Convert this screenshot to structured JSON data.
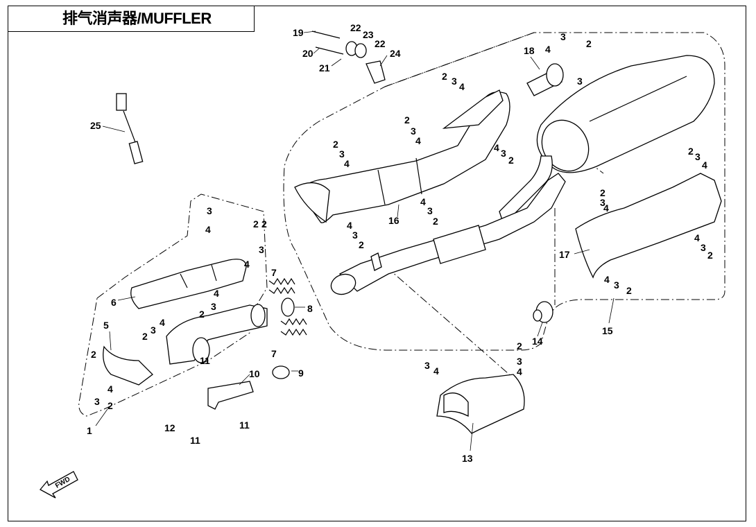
{
  "title": "排气消声器/MUFFLER",
  "fwd_label": "FWD",
  "callouts": [
    {
      "id": "c19",
      "text": "19"
    },
    {
      "id": "c20",
      "text": "20"
    },
    {
      "id": "c21",
      "text": "21"
    },
    {
      "id": "c22a",
      "text": "22"
    },
    {
      "id": "c23",
      "text": "23"
    },
    {
      "id": "c22b",
      "text": "22"
    },
    {
      "id": "c24",
      "text": "24"
    },
    {
      "id": "c18",
      "text": "18"
    },
    {
      "id": "c3a",
      "text": "3"
    },
    {
      "id": "c4a",
      "text": "4"
    },
    {
      "id": "c2a",
      "text": "2"
    },
    {
      "id": "c3b",
      "text": "3"
    },
    {
      "id": "c25",
      "text": "25"
    },
    {
      "id": "c2b",
      "text": "2"
    },
    {
      "id": "c3c",
      "text": "3"
    },
    {
      "id": "c4b",
      "text": "4"
    },
    {
      "id": "c2c",
      "text": "2"
    },
    {
      "id": "c3d",
      "text": "3"
    },
    {
      "id": "c4c",
      "text": "4"
    },
    {
      "id": "c4d",
      "text": "4"
    },
    {
      "id": "c3e",
      "text": "3"
    },
    {
      "id": "c2d",
      "text": "2"
    },
    {
      "id": "c2e",
      "text": "2"
    },
    {
      "id": "c3f",
      "text": "3"
    },
    {
      "id": "c4e",
      "text": "4"
    },
    {
      "id": "c16",
      "text": "16"
    },
    {
      "id": "c4f",
      "text": "4"
    },
    {
      "id": "c3g",
      "text": "3"
    },
    {
      "id": "c2f",
      "text": "2"
    },
    {
      "id": "c4g",
      "text": "4"
    },
    {
      "id": "c3h",
      "text": "3"
    },
    {
      "id": "c2g",
      "text": "2"
    },
    {
      "id": "c2h",
      "text": "2"
    },
    {
      "id": "c3i",
      "text": "3"
    },
    {
      "id": "c4h",
      "text": "4"
    },
    {
      "id": "c2i",
      "text": "2"
    },
    {
      "id": "c3j",
      "text": "3"
    },
    {
      "id": "c4i",
      "text": "4"
    },
    {
      "id": "c17",
      "text": "17"
    },
    {
      "id": "c4j",
      "text": "4"
    },
    {
      "id": "c3k",
      "text": "3"
    },
    {
      "id": "c2j",
      "text": "2"
    },
    {
      "id": "c4k",
      "text": "4"
    },
    {
      "id": "c3l",
      "text": "3"
    },
    {
      "id": "c2k",
      "text": "2"
    },
    {
      "id": "c15",
      "text": "15"
    },
    {
      "id": "c14",
      "text": "14"
    },
    {
      "id": "c3m",
      "text": "3"
    },
    {
      "id": "c4l",
      "text": "4"
    },
    {
      "id": "c2l",
      "text": "2"
    },
    {
      "id": "c3n",
      "text": "3"
    },
    {
      "id": "c4m",
      "text": "4"
    },
    {
      "id": "c6",
      "text": "6"
    },
    {
      "id": "c4n",
      "text": "4"
    },
    {
      "id": "c3o",
      "text": "3"
    },
    {
      "id": "c2m",
      "text": "2"
    },
    {
      "id": "c2n",
      "text": "2"
    },
    {
      "id": "c3p",
      "text": "3"
    },
    {
      "id": "c4o",
      "text": "4"
    },
    {
      "id": "c5",
      "text": "5"
    },
    {
      "id": "c2o",
      "text": "2"
    },
    {
      "id": "c4p",
      "text": "4"
    },
    {
      "id": "c3q",
      "text": "3"
    },
    {
      "id": "c2p",
      "text": "2"
    },
    {
      "id": "c1",
      "text": "1"
    },
    {
      "id": "c7a",
      "text": "7"
    },
    {
      "id": "c8",
      "text": "8"
    },
    {
      "id": "c7b",
      "text": "7"
    },
    {
      "id": "c9",
      "text": "9"
    },
    {
      "id": "c10",
      "text": "10"
    },
    {
      "id": "c11a",
      "text": "11"
    },
    {
      "id": "c11b",
      "text": "11"
    },
    {
      "id": "c11c",
      "text": "11"
    },
    {
      "id": "c12",
      "text": "12"
    },
    {
      "id": "c2q",
      "text": "2"
    },
    {
      "id": "c3r",
      "text": "3"
    },
    {
      "id": "c4q",
      "text": "4"
    },
    {
      "id": "c2r",
      "text": "2"
    },
    {
      "id": "c3s",
      "text": "3"
    },
    {
      "id": "c4r",
      "text": "4"
    },
    {
      "id": "c13",
      "text": "13"
    }
  ]
}
